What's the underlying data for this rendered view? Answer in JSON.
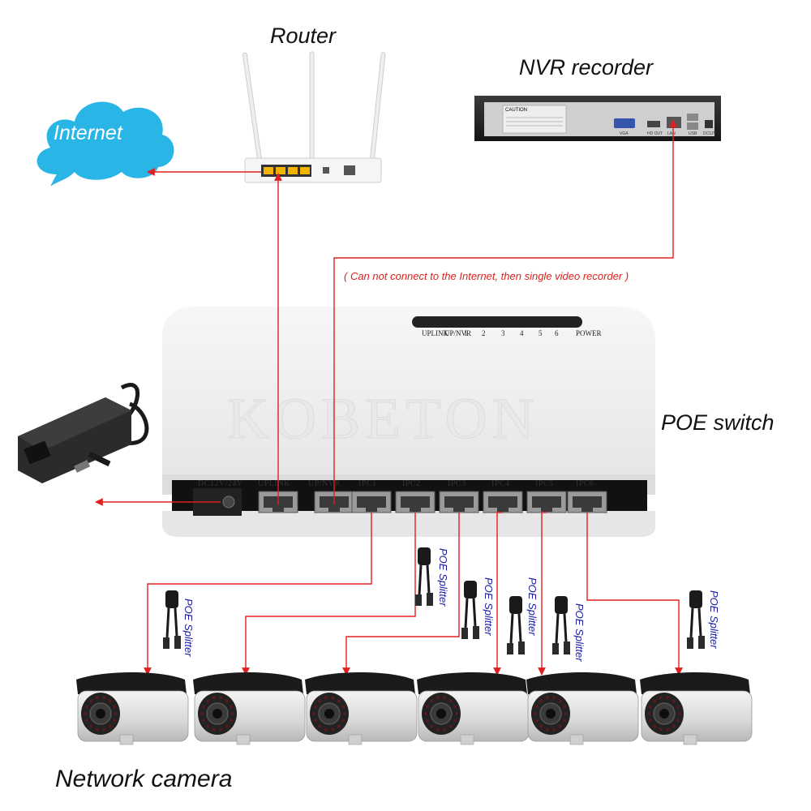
{
  "labels": {
    "router": "Router",
    "nvr": "NVR recorder",
    "internet": "Internet",
    "poe_switch": "POE switch",
    "network_camera": "Network camera",
    "note": "( Can not connect to the Internet, then single video recorder )",
    "watermark": "KOBETON"
  },
  "switch": {
    "power_port": "DC12V/24V",
    "ports": [
      "UPLINK",
      "UP/NVR",
      "IPC1",
      "IPC2",
      "IPC3",
      "IPC4",
      "IPC5",
      "IPC6"
    ],
    "leds": [
      "UPLINK",
      "UP/NVR",
      "1",
      "2",
      "3",
      "4",
      "5",
      "6",
      "POWER"
    ]
  },
  "nvr_panel": {
    "caution": "CAUTION",
    "ports": [
      "VGA",
      "HD OUT",
      "LAN",
      "USB",
      "DC12V"
    ]
  },
  "splitter_label": "POE Splitter",
  "splitter_count": 6,
  "camera_count": 6,
  "colors": {
    "wire": "#e02020",
    "internet_cloud": "#29b6e6",
    "splitter_text": "#1a1aa0",
    "switch_body": "#f2f2f2",
    "nvr_body": "#2a2a2a"
  },
  "icons": [
    "cloud-icon",
    "router-icon",
    "nvr-icon",
    "switch-icon",
    "power-adapter-icon",
    "poe-splitter-icon",
    "camera-icon"
  ]
}
